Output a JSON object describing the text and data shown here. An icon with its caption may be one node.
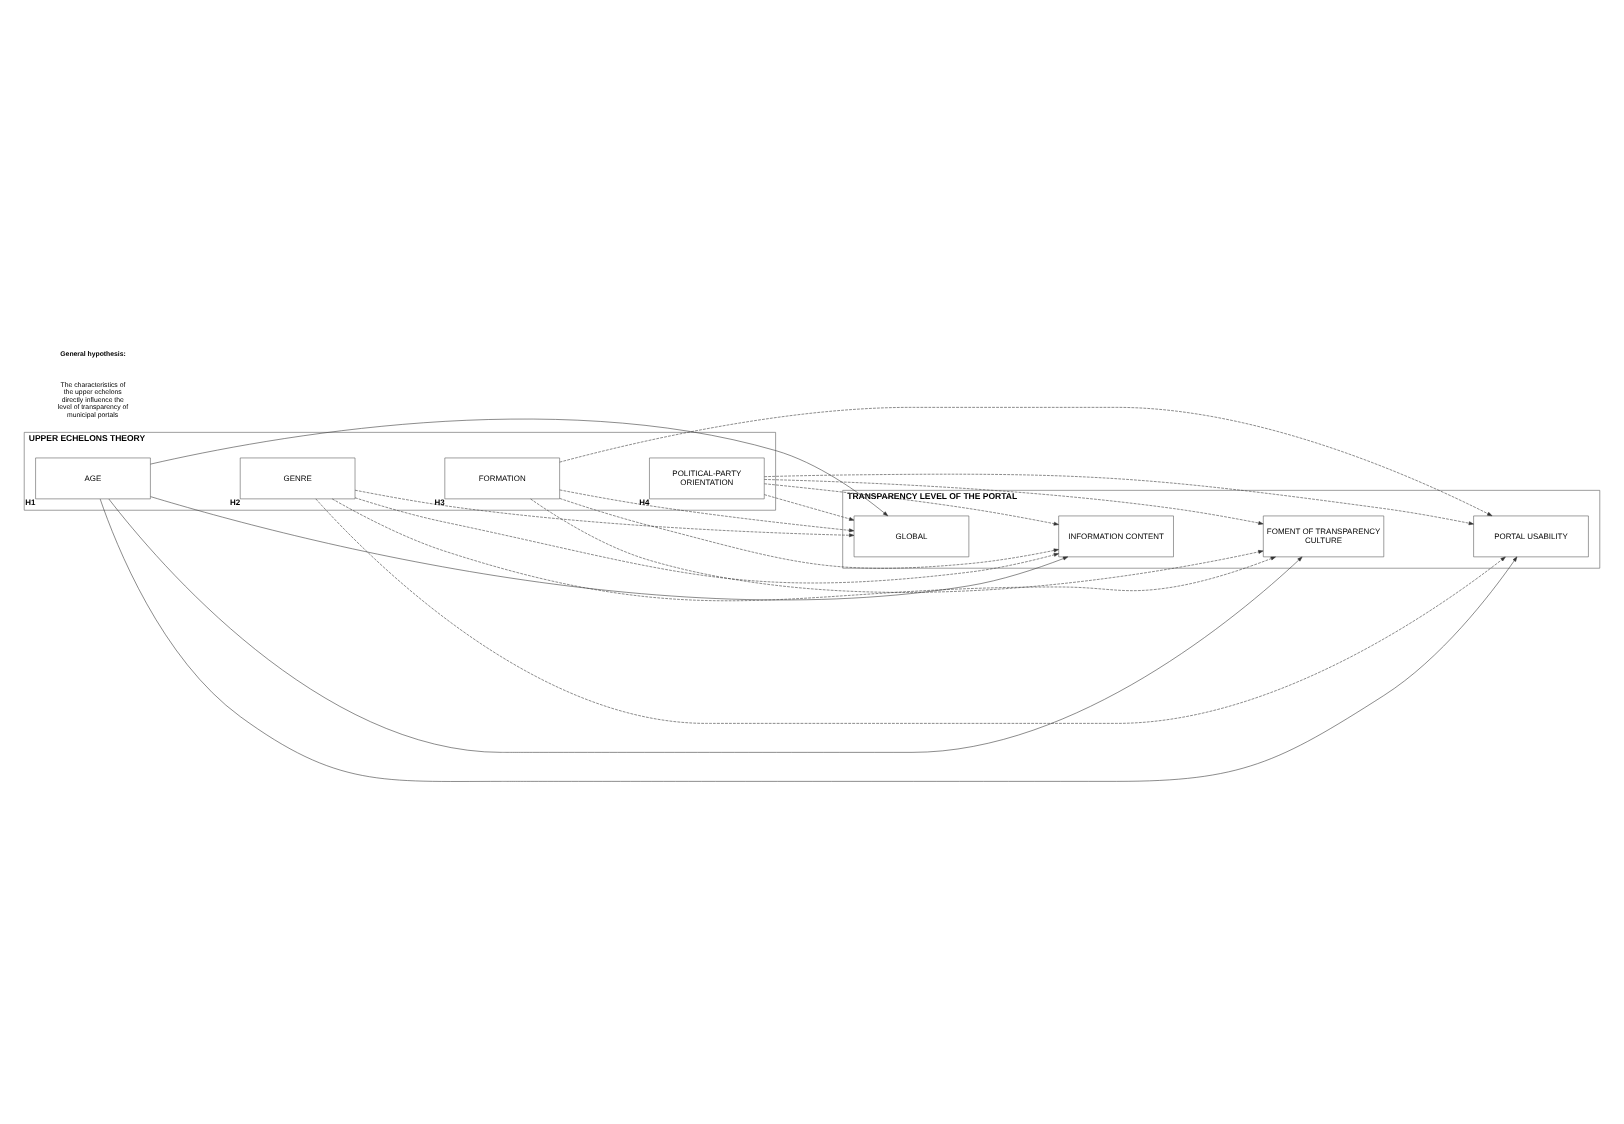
{
  "diagram": {
    "nodes": [
      {
        "text": [
          "UPPER ECHELONS THEORY"
        ]
      },
      {
        "text": [
          "AGE"
        ],
        "in": 0,
        "beside": [
          "H1"
        ]
      },
      {
        "text": [
          "GENRE"
        ],
        "in": 0,
        "beside": [
          "H2"
        ]
      },
      {
        "text": [
          "FORMATION"
        ],
        "in": 0,
        "beside": [
          "H3"
        ]
      },
      {
        "text": [
          "POLITICAL-PARTY ORIENTATION"
        ],
        "in": 0,
        "beside": [
          "H4"
        ]
      },
      {
        "text": [
          "TRANSPARENCY LEVEL OF THE PORTAL"
        ]
      },
      {
        "text": [
          "GLOBAL"
        ],
        "in": 5
      },
      {
        "text": [
          "INFORMATION CONTENT"
        ],
        "in": 5
      },
      {
        "text": [
          "FOMENT OF TRANSPARENCY CULTURE"
        ],
        "in": 5
      },
      {
        "text": [
          "PORTAL USABILITY"
        ],
        "in": 5
      }
    ],
    "edges": [
      {
        "from": 1,
        "to": 6,
        "arrow": "to"
      },
      {
        "from": 1,
        "to": 7,
        "arrow": "to"
      },
      {
        "from": 1,
        "to": 8,
        "arrow": "to"
      },
      {
        "from": 1,
        "to": 9,
        "arrow": "to"
      },
      {
        "from": 2,
        "to": 6,
        "arrow": "to",
        "style": "dashed"
      },
      {
        "from": 2,
        "to": 7,
        "arrow": "to",
        "style": "dashed"
      },
      {
        "from": 2,
        "to": 8,
        "arrow": "to",
        "style": "dashed"
      },
      {
        "from": 2,
        "to": 9,
        "arrow": "to",
        "style": "dashed"
      },
      {
        "from": 3,
        "to": 6,
        "arrow": "to",
        "style": "dashed"
      },
      {
        "from": 3,
        "to": 7,
        "arrow": "to",
        "style": "dashed"
      },
      {
        "from": 3,
        "to": 8,
        "arrow": "to",
        "style": "dashed"
      },
      {
        "from": 3,
        "to": 9,
        "arrow": "to",
        "style": "dashed"
      },
      {
        "from": 4,
        "to": 6,
        "arrow": "to",
        "style": "dashed"
      },
      {
        "from": 4,
        "to": 7,
        "arrow": "to",
        "style": "dashed"
      },
      {
        "from": 4,
        "to": 8,
        "arrow": "to",
        "style": "dashed"
      },
      {
        "from": 4,
        "to": 9,
        "arrow": "to",
        "style": "dashed"
      }
    ],
    "labels": [
      "General hypothesis:",
      "The characteristics of the upper echelons directly influence the level of transparency of municipal portals"
    ]
  }
}
